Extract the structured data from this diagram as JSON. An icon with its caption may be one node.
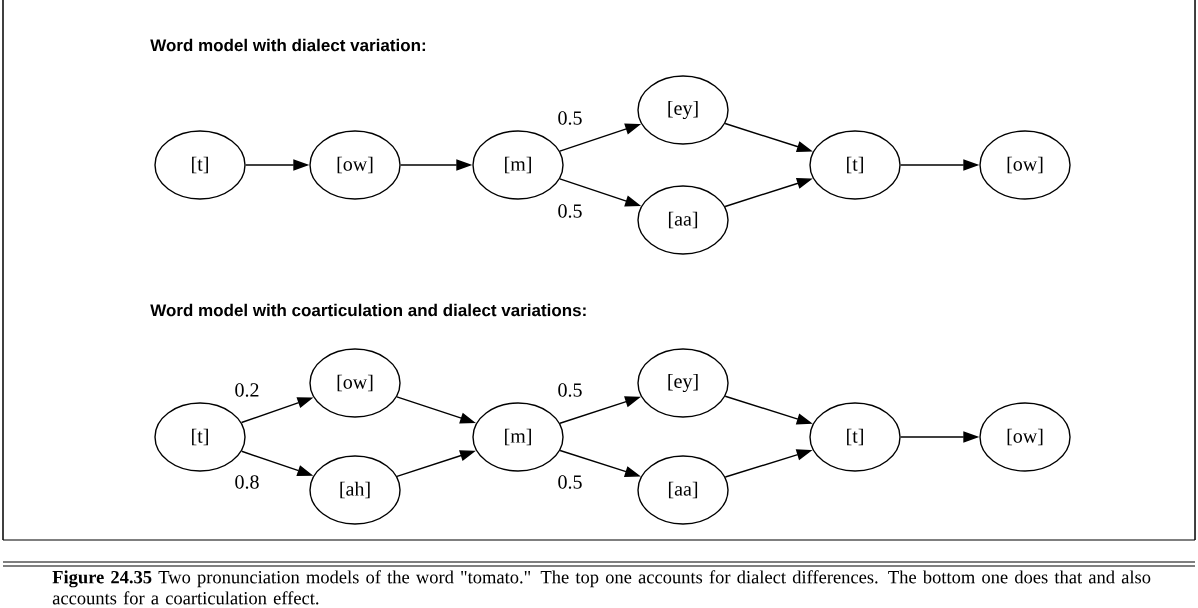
{
  "diagram": {
    "caption": "**Figure 24.35** Two pronunciation models of the word \"tomato.\" The top one accounts for dialect differences. The bottom one does that and also accounts for a coarticulation effect.",
    "nodes": [
      {
        "text": [
          "[t]"
        ]
      },
      {
        "text": [
          "[ow]"
        ]
      },
      {
        "text": [
          "[m]"
        ]
      },
      {
        "text": [
          "[ey]"
        ]
      },
      {
        "text": [
          "[aa]"
        ]
      },
      {
        "text": [
          "[t]"
        ]
      },
      {
        "text": [
          "[ow]"
        ]
      },
      {
        "text": [
          "[t]"
        ]
      },
      {
        "text": [
          "[ow]"
        ]
      },
      {
        "text": [
          "[ah]"
        ]
      },
      {
        "text": [
          "[m]"
        ]
      },
      {
        "text": [
          "[ey]"
        ]
      },
      {
        "text": [
          "[aa]"
        ]
      },
      {
        "text": [
          "[t]"
        ]
      },
      {
        "text": [
          "[ow]"
        ]
      }
    ],
    "edges": [
      {
        "from": 0,
        "to": 1,
        "arrow": "to"
      },
      {
        "from": 1,
        "to": 2,
        "arrow": "to"
      },
      {
        "from": 2,
        "to": 3,
        "arrow": "to",
        "label": "0.5"
      },
      {
        "from": 2,
        "to": 4,
        "arrow": "to",
        "label": "0.5"
      },
      {
        "from": 3,
        "to": 5,
        "arrow": "to"
      },
      {
        "from": 4,
        "to": 5,
        "arrow": "to"
      },
      {
        "from": 5,
        "to": 6,
        "arrow": "to"
      },
      {
        "from": 7,
        "to": 8,
        "arrow": "to",
        "label": "0.2"
      },
      {
        "from": 7,
        "to": 9,
        "arrow": "to",
        "label": "0.8"
      },
      {
        "from": 8,
        "to": 10,
        "arrow": "to"
      },
      {
        "from": 9,
        "to": 10,
        "arrow": "to"
      },
      {
        "from": 10,
        "to": 11,
        "arrow": "to",
        "label": "0.5"
      },
      {
        "from": 10,
        "to": 12,
        "arrow": "to",
        "label": "0.5"
      },
      {
        "from": 11,
        "to": 13,
        "arrow": "to"
      },
      {
        "from": 12,
        "to": 13,
        "arrow": "to"
      },
      {
        "from": 13,
        "to": 14,
        "arrow": "to"
      }
    ],
    "labels": [
      "Word model with dialect variation:",
      "Word model with coarticulation and dialect variations:"
    ]
  }
}
